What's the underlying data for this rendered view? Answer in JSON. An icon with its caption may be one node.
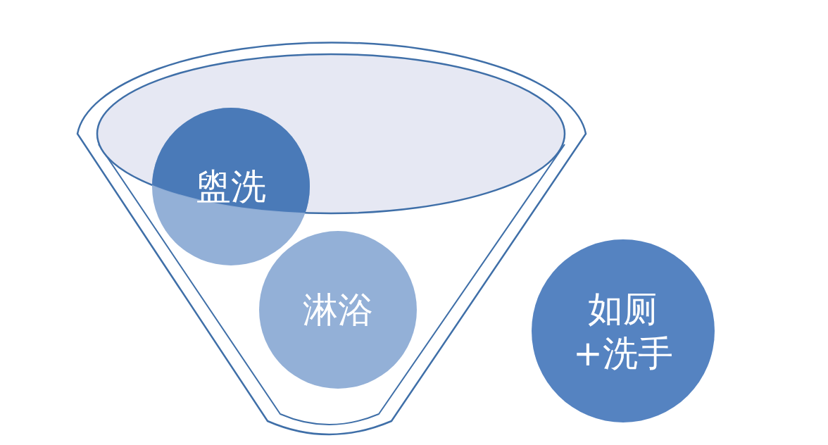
{
  "diagram": {
    "nodes": [
      {
        "text": [
          "盥洗"
        ]
      },
      {
        "text": [
          "淋浴"
        ]
      },
      {
        "text": [
          "如厕+洗手"
        ]
      }
    ]
  }
}
